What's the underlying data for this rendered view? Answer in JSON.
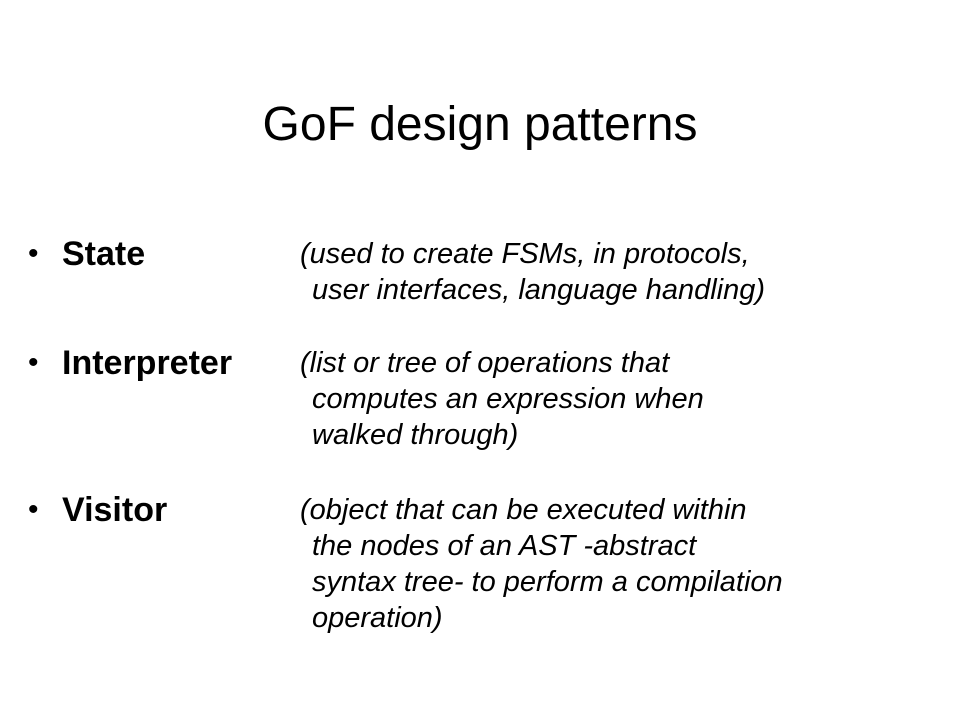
{
  "slide": {
    "title": "GoF design patterns",
    "bullet_symbol": "•",
    "items": [
      {
        "term": "State",
        "description": [
          "(used to create FSMs, in protocols,",
          "user interfaces, language handling)"
        ]
      },
      {
        "term": "Interpreter",
        "description": [
          "(list or tree of operations that",
          "computes an expression when",
          "walked through)"
        ]
      },
      {
        "term": "Visitor",
        "description": [
          "(object that can be executed within",
          "the nodes of an AST -abstract",
          "syntax tree- to perform a compilation",
          "operation)"
        ]
      }
    ]
  }
}
